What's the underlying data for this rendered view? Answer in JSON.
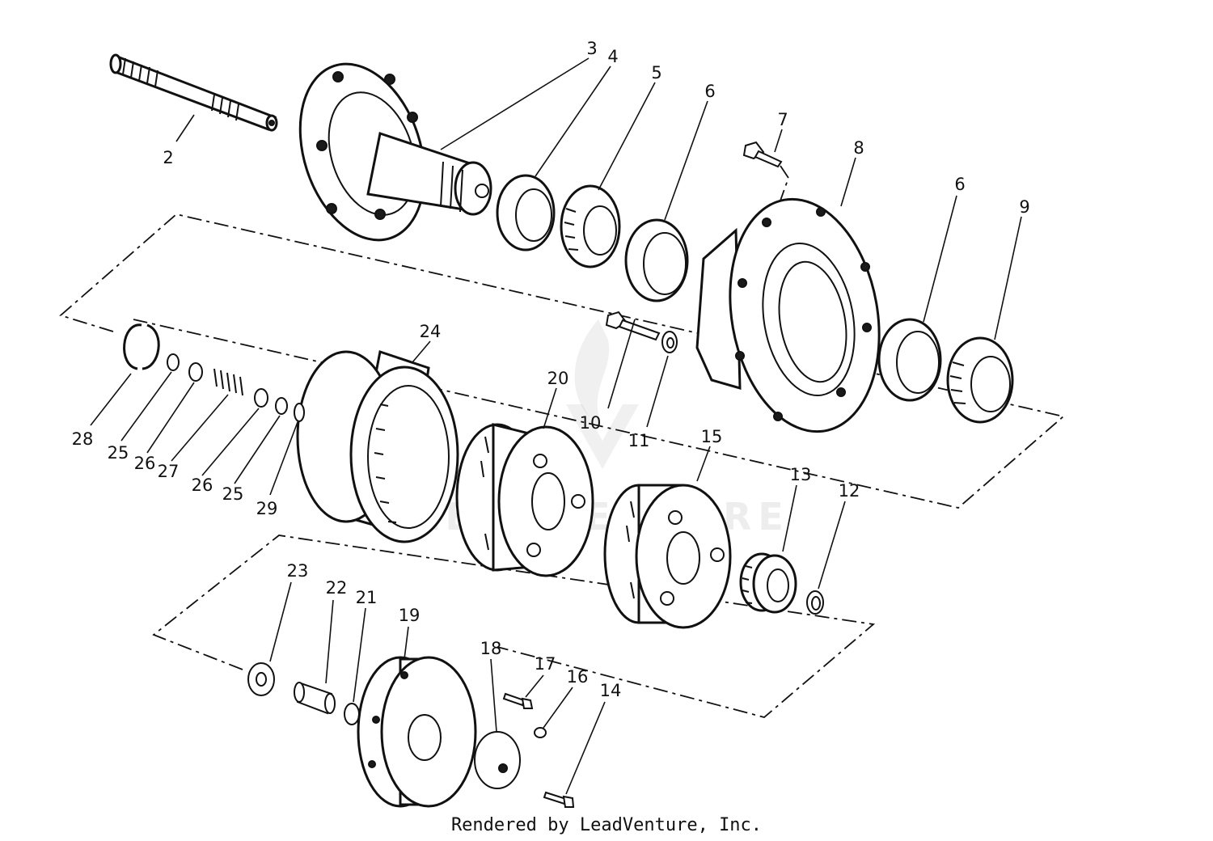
{
  "credit": "Rendered by LeadVenture, Inc.",
  "watermark": "LEADVENTURE",
  "callouts": [
    {
      "id": "2",
      "label": "2"
    },
    {
      "id": "3",
      "label": "3"
    },
    {
      "id": "4",
      "label": "4"
    },
    {
      "id": "5",
      "label": "5"
    },
    {
      "id": "6a",
      "label": "6"
    },
    {
      "id": "7",
      "label": "7"
    },
    {
      "id": "8",
      "label": "8"
    },
    {
      "id": "6b",
      "label": "6"
    },
    {
      "id": "9",
      "label": "9"
    },
    {
      "id": "24",
      "label": "24"
    },
    {
      "id": "20",
      "label": "20"
    },
    {
      "id": "10",
      "label": "10"
    },
    {
      "id": "11",
      "label": "11"
    },
    {
      "id": "15",
      "label": "15"
    },
    {
      "id": "13",
      "label": "13"
    },
    {
      "id": "12",
      "label": "12"
    },
    {
      "id": "28",
      "label": "28"
    },
    {
      "id": "25a",
      "label": "25"
    },
    {
      "id": "26a",
      "label": "26"
    },
    {
      "id": "27",
      "label": "27"
    },
    {
      "id": "26b",
      "label": "26"
    },
    {
      "id": "25b",
      "label": "25"
    },
    {
      "id": "29",
      "label": "29"
    },
    {
      "id": "23",
      "label": "23"
    },
    {
      "id": "22",
      "label": "22"
    },
    {
      "id": "21",
      "label": "21"
    },
    {
      "id": "19",
      "label": "19"
    },
    {
      "id": "18",
      "label": "18"
    },
    {
      "id": "17",
      "label": "17"
    },
    {
      "id": "16",
      "label": "16"
    },
    {
      "id": "14",
      "label": "14"
    }
  ]
}
